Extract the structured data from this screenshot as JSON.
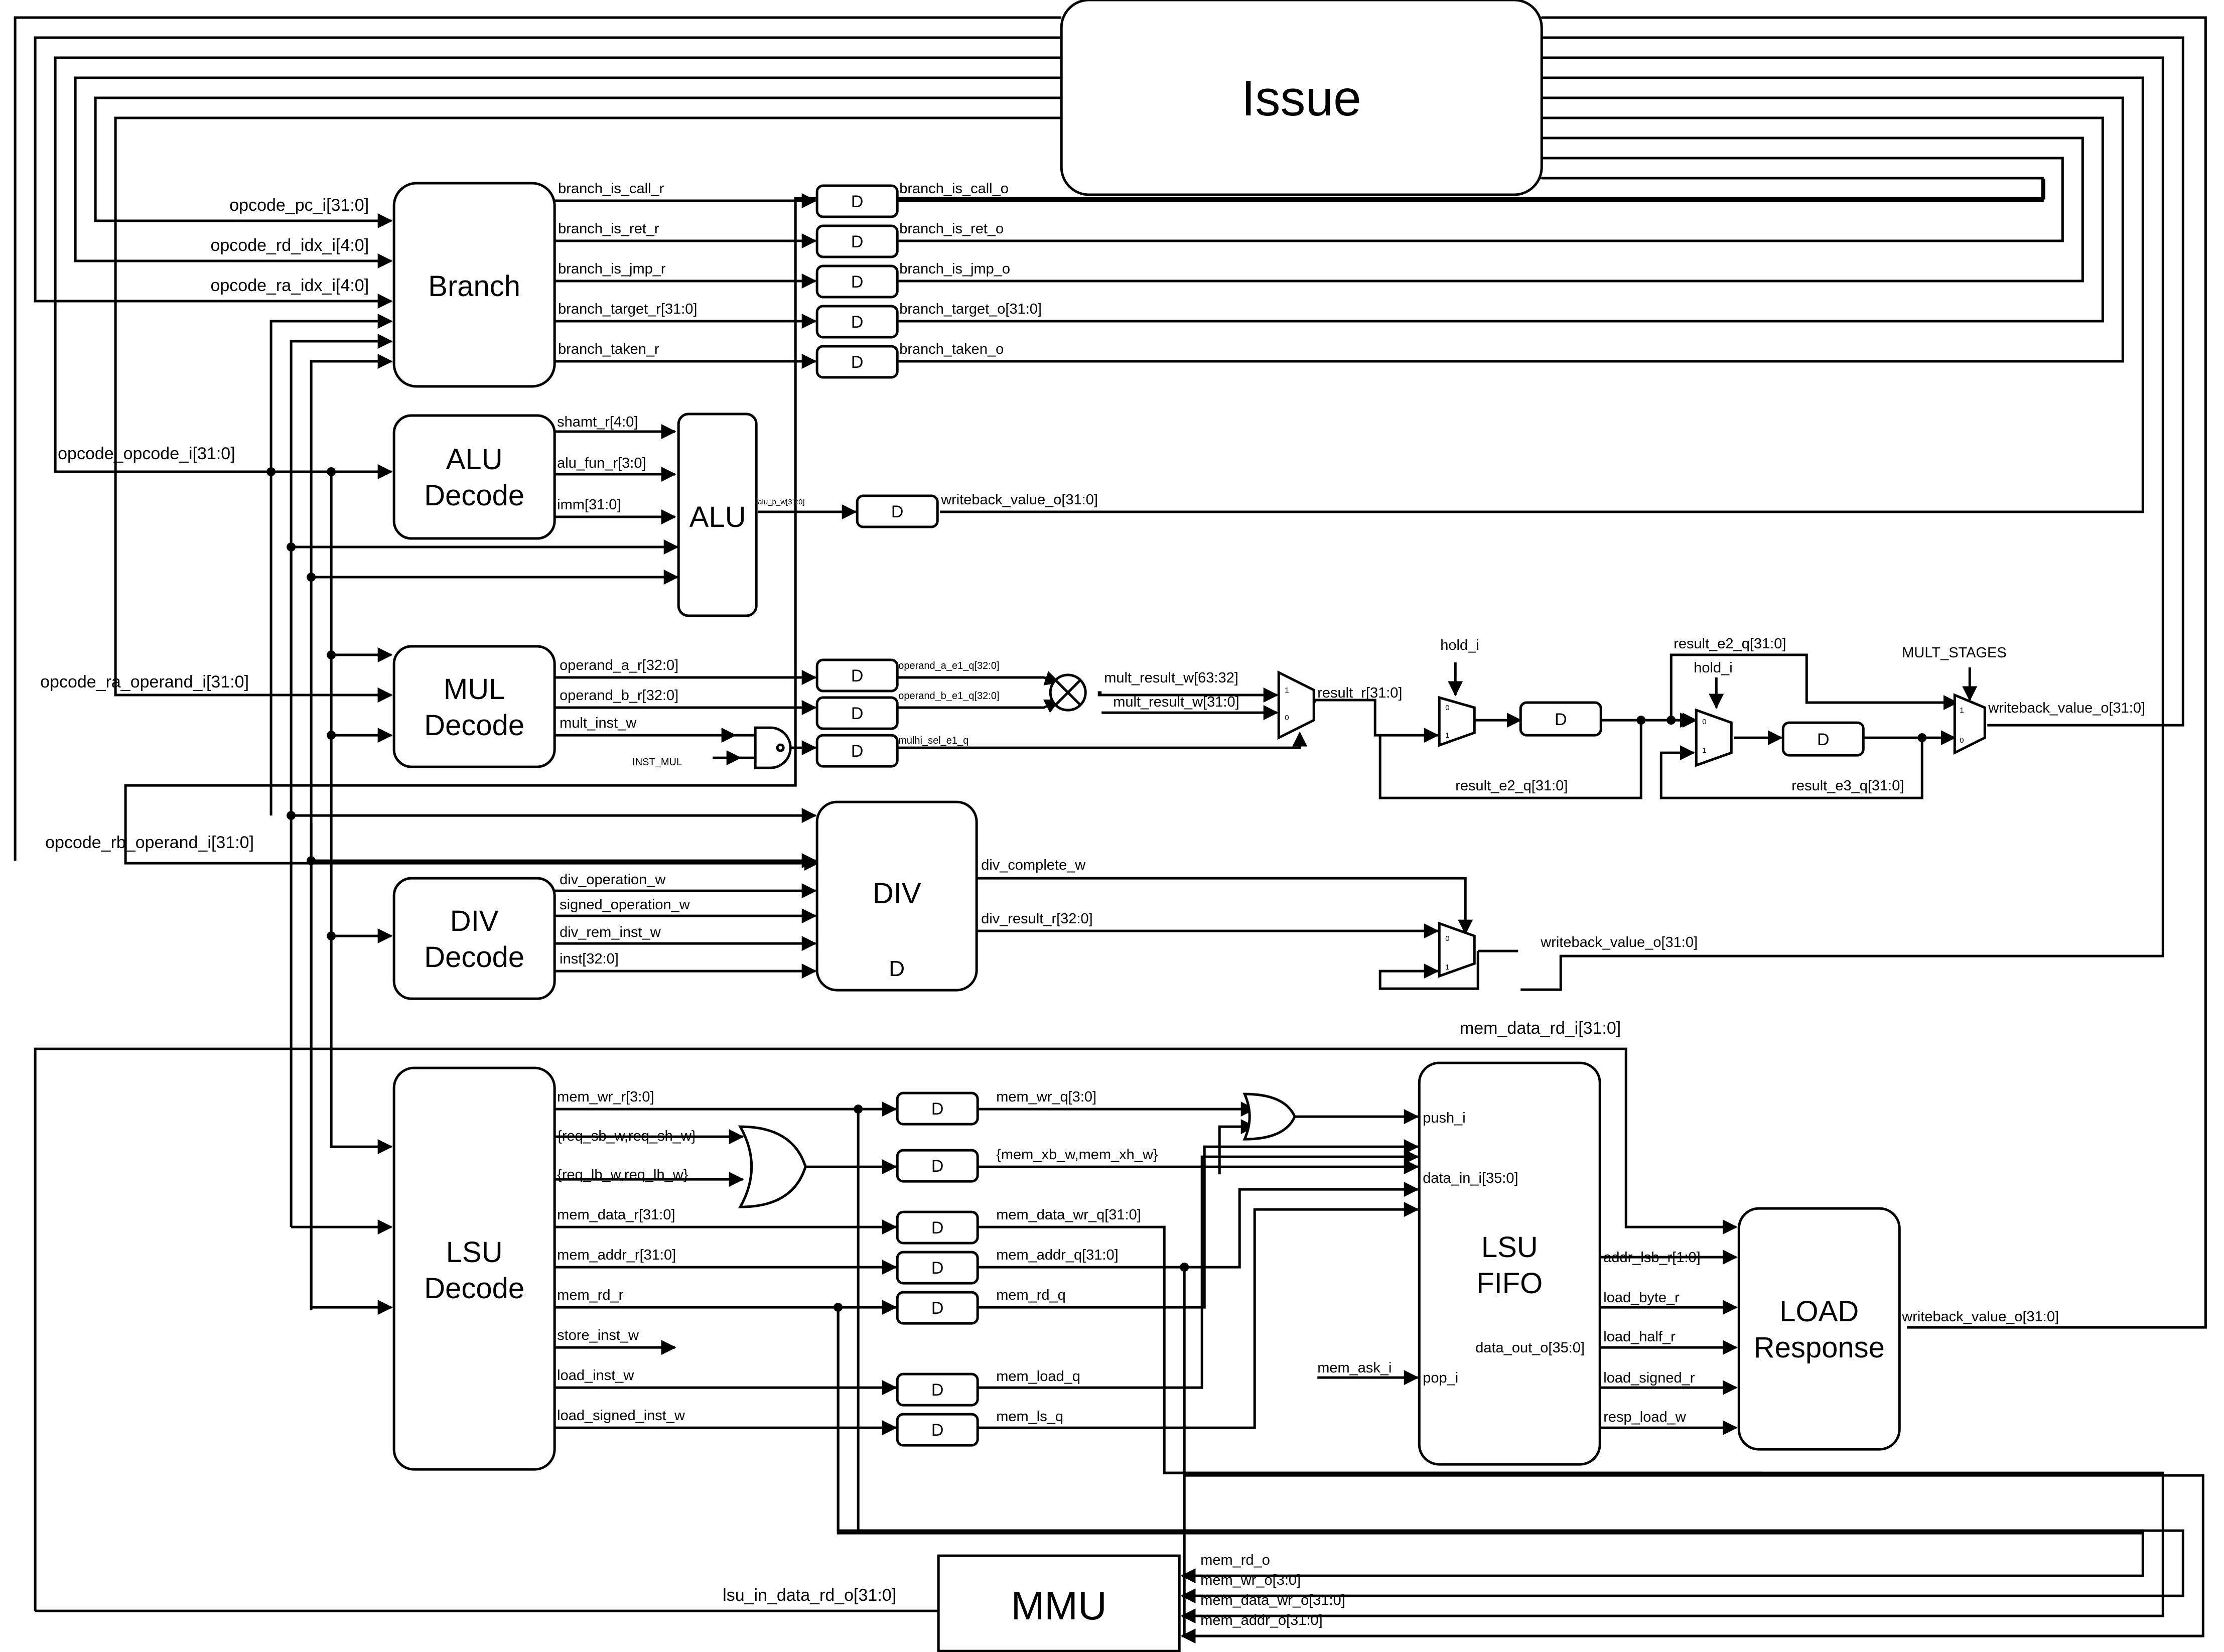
{
  "blocks": {
    "issue": "Issue",
    "branch": "Branch",
    "alu_decode": [
      "ALU",
      "Decode"
    ],
    "alu": "ALU",
    "mul_decode": [
      "MUL",
      "Decode"
    ],
    "div_decode": [
      "DIV",
      "Decode"
    ],
    "div": "DIV",
    "div_reg": "D",
    "lsu_decode": [
      "LSU",
      "Decode"
    ],
    "lsu_fifo": [
      "LSU",
      "FIFO"
    ],
    "load_response": [
      "LOAD",
      "Response"
    ],
    "mmu": "MMU",
    "flop": "D"
  },
  "inputs": {
    "opcode_pc": "opcode_pc_i[31:0]",
    "opcode_rd_idx": "opcode_rd_idx_i[4:0]",
    "opcode_ra_idx": "opcode_ra_idx_i[4:0]",
    "opcode_opcode": "opcode_opcode_i[31:0]",
    "opcode_ra_operand": "opcode_ra_operand_i[31:0]",
    "opcode_rb_operand": "opcode_rb_operand_i[31:0]",
    "mem_data_rd": "mem_data_rd_i[31:0]",
    "mem_ask": "mem_ask_i",
    "lsu_in_data_rd": "lsu_in_data_rd_o[31:0]",
    "hold_1": "hold_i",
    "hold_2": "hold_i",
    "mult_stages": "MULT_STAGES",
    "inst_mul": "INST_MUL"
  },
  "branch": {
    "signals": [
      "branch_is_call_r",
      "branch_is_ret_r",
      "branch_is_jmp_r",
      "branch_target_r[31:0]",
      "branch_taken_r"
    ],
    "outputs": [
      "branch_is_call_o",
      "branch_is_ret_o",
      "branch_is_jmp_o",
      "branch_target_o[31:0]",
      "branch_taken_o"
    ]
  },
  "alu": {
    "signals": [
      "shamt_r[4:0]",
      "alu_fun_r[3:0]",
      "imm[31:0]"
    ],
    "alu_p": "alu_p_w[31:0]",
    "writeback": "writeback_value_o[31:0]"
  },
  "mul": {
    "signals": [
      "operand_a_r[32:0]",
      "operand_b_r[32:0]",
      "mult_inst_w"
    ],
    "e1": [
      "operand_a_e1_q[32:0]",
      "operand_b_e1_q[32:0]",
      "mulhi_sel_e1_q"
    ],
    "mult_result_hi": "mult_result_w[63:32]",
    "mult_result_lo": "mult_result_w[31:0]",
    "result_r": "result_r[31:0]",
    "result_e2_top": "result_e2_q[31:0]",
    "result_e2_bottom": "result_e2_q[31:0]",
    "result_e3": "result_e3_q[31:0]",
    "writeback": "writeback_value_o[31:0]"
  },
  "div": {
    "signals": [
      "div_operation_w",
      "signed_operation_w",
      "div_rem_inst_w",
      "inst[32:0]"
    ],
    "complete": "div_complete_w",
    "result": "div_result_r[32:0]",
    "writeback": "writeback_value_o[31:0]"
  },
  "lsu": {
    "signals": [
      "mem_wr_r[3:0]",
      "{req_sb_w,req_sh_w}",
      "{req_lb_w,req_lh_w}",
      "mem_data_r[31:0]",
      "mem_addr_r[31:0]",
      "mem_rd_r",
      "store_inst_w",
      "load_inst_w",
      "load_signed_inst_w"
    ],
    "q": [
      "mem_wr_q[3:0]",
      "{mem_xb_w,mem_xh_w}",
      "mem_data_wr_q[31:0]",
      "mem_addr_q[31:0]",
      "mem_rd_q",
      "mem_load_q",
      "mem_ls_q"
    ],
    "fifo_ports": [
      "push_i",
      "data_in_i[35:0]",
      "data_out_o[35:0]",
      "pop_i"
    ],
    "resp_signals": [
      "addr_lsb_r[1:0]",
      "load_byte_r",
      "load_half_r",
      "load_signed_r",
      "resp_load_w"
    ],
    "writeback": "writeback_value_o[31:0]"
  },
  "mmu": {
    "ports": [
      "mem_rd_o",
      "mem_wr_o[3:0]",
      "mem_data_wr_o[31:0]",
      "mem_addr_o[31:0]"
    ]
  },
  "mux_labels": {
    "zero": "0",
    "one": "1"
  }
}
